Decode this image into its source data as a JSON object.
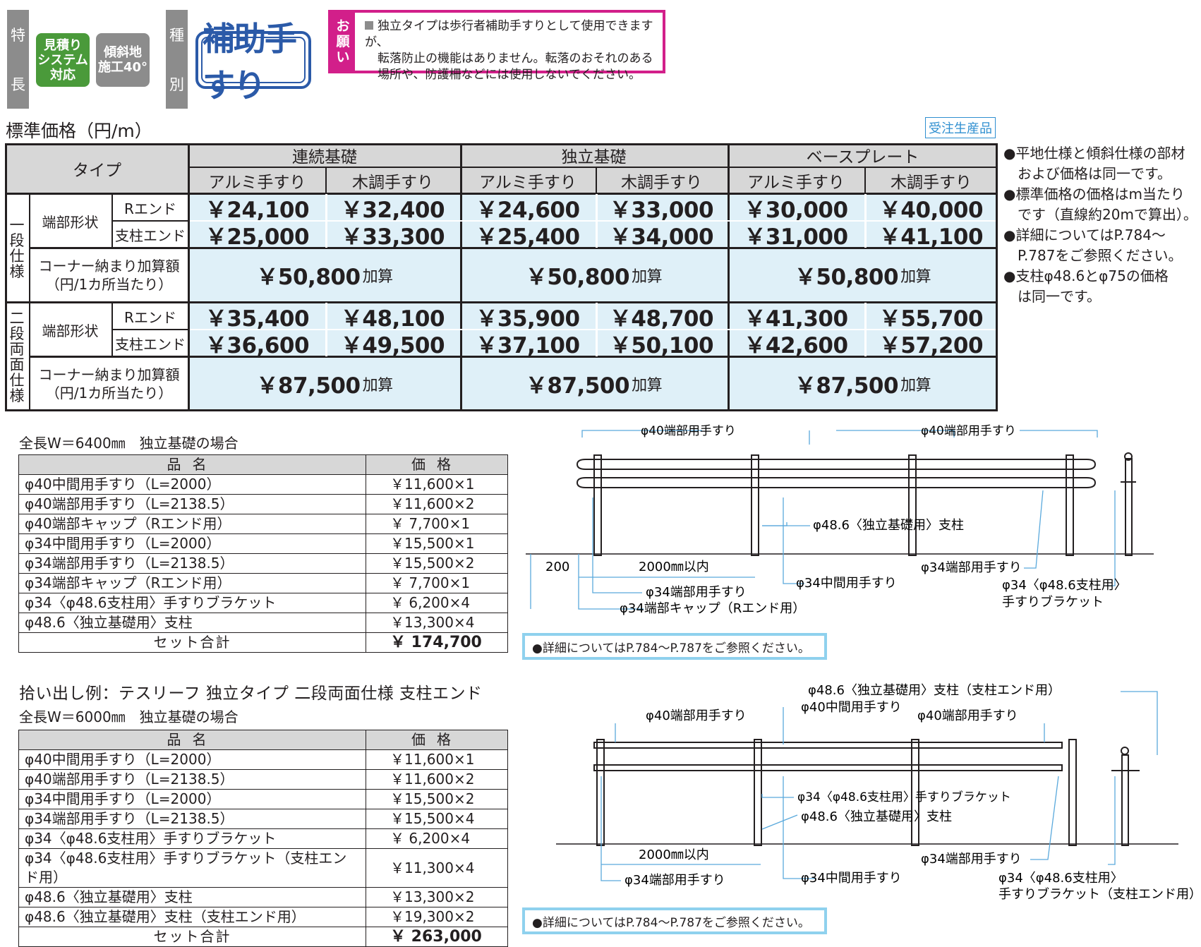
{
  "header": {
    "tokucho": "特長",
    "badge_mitsumori": [
      "見積り",
      "システム",
      "対応"
    ],
    "badge_keisha": [
      "傾斜地",
      "施工40°"
    ],
    "shubetsu": "種別",
    "product_type": "補助手すり",
    "notice_tag": [
      "お",
      "願",
      "い"
    ],
    "notice_lines": [
      "独立タイプは歩行者補助手すりとして使用できますが、",
      "転落防止の機能はありません。転落のおそれのある",
      "場所や、防護柵などには使用しないでください。"
    ]
  },
  "price_section": {
    "title": "標準価格（円/m）",
    "badge": "受注生産品",
    "type_label": "タイプ",
    "foundations": [
      "連続基礎",
      "独立基礎",
      "ベースプレート"
    ],
    "materials": [
      "アルミ手すり",
      "木調手すり"
    ],
    "specs": [
      {
        "name": [
          "一",
          "段",
          "仕",
          "様"
        ],
        "end_shape_label": "端部形状",
        "rows": [
          {
            "end": "Rエンド",
            "prices": [
              "￥24,100",
              "￥32,400",
              "￥24,600",
              "￥33,000",
              "￥30,000",
              "￥40,000"
            ]
          },
          {
            "end": "支柱エンド",
            "prices": [
              "￥25,000",
              "￥33,300",
              "￥25,400",
              "￥34,000",
              "￥31,000",
              "￥41,100"
            ]
          }
        ],
        "corner_label": [
          "コーナー納まり加算額",
          "（円/1カ所当たり）"
        ],
        "corner_prices": [
          "￥50,800",
          "￥50,800",
          "￥50,800"
        ],
        "kasan": "加算"
      },
      {
        "name": [
          "二",
          "段",
          "両",
          "面",
          "仕",
          "様"
        ],
        "end_shape_label": "端部形状",
        "rows": [
          {
            "end": "Rエンド",
            "prices": [
              "￥35,400",
              "￥48,100",
              "￥35,900",
              "￥48,700",
              "￥41,300",
              "￥55,700"
            ]
          },
          {
            "end": "支柱エンド",
            "prices": [
              "￥36,600",
              "￥49,500",
              "￥37,100",
              "￥50,100",
              "￥42,600",
              "￥57,200"
            ]
          }
        ],
        "corner_label": [
          "コーナー納まり加算額",
          "（円/1カ所当たり）"
        ],
        "corner_prices": [
          "￥87,500",
          "￥87,500",
          "￥87,500"
        ],
        "kasan": "加算"
      }
    ],
    "side_notes": [
      "●平地仕様と傾斜仕様の部材",
      "　および価格は同一です。",
      "●標準価格の価格はm当たり",
      "　です（直線約20mで算出）。",
      "●詳細についてはP.784～",
      "　P.787をご参照ください。",
      "●支柱φ48.6とφ75の価格",
      "　は同一です。"
    ]
  },
  "example1": {
    "subtitle": "全長W＝6400㎜　独立基礎の場合",
    "col_name": "品名",
    "col_price": "価格",
    "items": [
      {
        "name": "φ40中間用手すり（L=2000）",
        "price": "￥11,600×1"
      },
      {
        "name": "φ40端部用手すり（L=2138.5）",
        "price": "￥11,600×2"
      },
      {
        "name": "φ40端部キャップ（Rエンド用）",
        "price": "￥ 7,700×1"
      },
      {
        "name": "φ34中間用手すり（L=2000）",
        "price": "￥15,500×1"
      },
      {
        "name": "φ34端部用手すり（L=2138.5）",
        "price": "￥15,500×2"
      },
      {
        "name": "φ34端部キャップ（Rエンド用）",
        "price": "￥ 7,700×1"
      },
      {
        "name": "φ34〈φ48.6支柱用〉手すりブラケット",
        "price": "￥ 6,200×4"
      },
      {
        "name": "φ48.6〈独立基礎用〉支柱",
        "price": "￥13,300×4"
      }
    ],
    "total_label": "セット合計",
    "total": "￥ 174,700",
    "diagram": {
      "labels": [
        "φ40端部用手すり",
        "φ40端部用手すり",
        "φ48.6〈独立基礎用〉支柱",
        "200",
        "2000㎜以内",
        "φ34端部用手すり",
        "φ34端部用手すり",
        "φ34中間用手すり",
        "φ34端部キャップ（Rエンド用）",
        "φ34〈φ48.6支柱用〉",
        "手すりブラケット"
      ]
    },
    "note": "●詳細についてはP.784～P.787をご参照ください。"
  },
  "example2": {
    "title": "拾い出し例：テスリーフ 独立タイプ 二段両面仕様 支柱エンド",
    "subtitle": "全長W＝6000㎜　独立基礎の場合",
    "col_name": "品名",
    "col_price": "価格",
    "items": [
      {
        "name": "φ40中間用手すり（L=2000）",
        "price": "￥11,600×1"
      },
      {
        "name": "φ40端部用手すり（L=2138.5）",
        "price": "￥11,600×2"
      },
      {
        "name": "φ34中間用手すり（L=2000）",
        "price": "￥15,500×2"
      },
      {
        "name": "φ34端部用手すり（L=2138.5）",
        "price": "￥15,500×4"
      },
      {
        "name": "φ34〈φ48.6支柱用〉手すりブラケット",
        "price": "￥ 6,200×4"
      },
      {
        "name": "φ34〈φ48.6支柱用〉手すりブラケット（支柱エンド用）",
        "price": "￥11,300×4"
      },
      {
        "name": "φ48.6〈独立基礎用〉支柱",
        "price": "￥13,300×2"
      },
      {
        "name": "φ48.6〈独立基礎用〉支柱（支柱エンド用）",
        "price": "￥19,300×2"
      }
    ],
    "total_label": "セット合計",
    "total": "￥ 263,000",
    "diagram": {
      "labels": [
        "φ48.6〈独立基礎用〉支柱（支柱エンド用）",
        "φ40中間用手すり",
        "φ40端部用手すり",
        "φ40端部用手すり",
        "φ34〈φ48.6支柱用〉手すりブラケット",
        "φ48.6〈独立基礎用〉支柱",
        "2000㎜以内",
        "φ34端部用手すり",
        "φ34端部用手すり",
        "φ34中間用手すり",
        "φ34〈φ48.6支柱用〉",
        "手すりブラケット（支柱エンド用）"
      ]
    },
    "note": "●詳細についてはP.784～P.787をご参照ください。"
  }
}
